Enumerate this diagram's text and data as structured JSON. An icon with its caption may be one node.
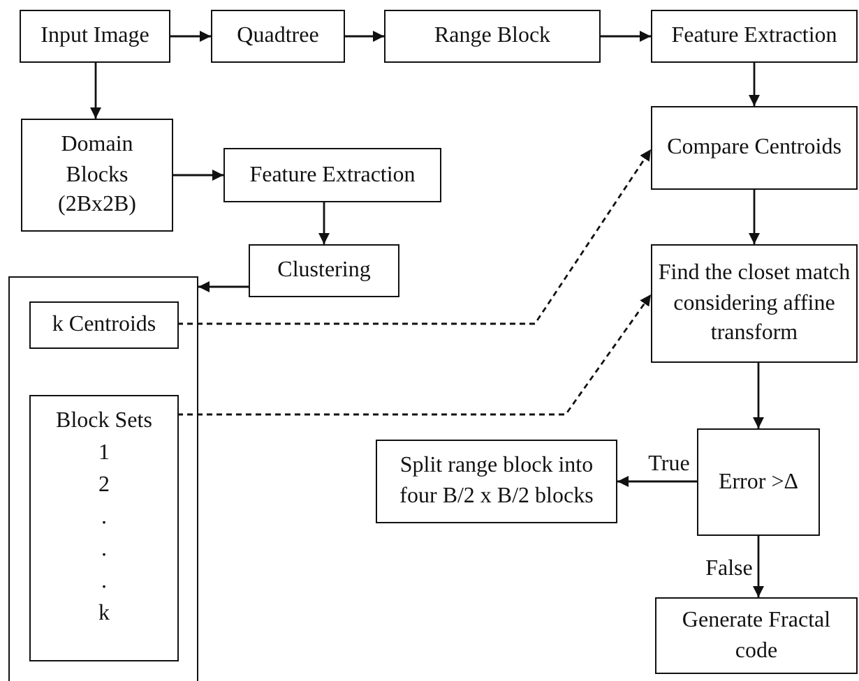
{
  "diagram": {
    "nodes": [
      {
        "text": [
          "Input Image"
        ]
      },
      {
        "text": [
          "Quadtree"
        ]
      },
      {
        "text": [
          "Range Block"
        ]
      },
      {
        "text": [
          "Feature Extraction"
        ]
      },
      {
        "text": [
          "Domain Blocks (2Bx2B)"
        ]
      },
      {
        "text": [
          "Feature Extraction"
        ]
      },
      {
        "text": [
          "Clustering"
        ]
      },
      {
        "text": [],
        "shape": "box"
      },
      {
        "text": [
          "k Centroids"
        ],
        "in": 7
      },
      {
        "text": [
          "Block Sets",
          "1",
          "2",
          ".",
          ".",
          ".",
          "k"
        ],
        "in": 7
      },
      {
        "text": [
          "Compare Centroids"
        ]
      },
      {
        "text": [
          "Find the closet match considering affine transform"
        ]
      },
      {
        "text": [
          "Error >Δ"
        ]
      },
      {
        "text": [
          "Split range block into four B/2 x B/2 blocks"
        ]
      },
      {
        "text": [
          "Generate Fractal code"
        ]
      }
    ],
    "edges": [
      {
        "from": 0,
        "to": 1,
        "arrow": "to"
      },
      {
        "from": 1,
        "to": 2,
        "arrow": "to"
      },
      {
        "from": 2,
        "to": 3,
        "arrow": "to"
      },
      {
        "from": 0,
        "to": 4,
        "arrow": "to"
      },
      {
        "from": 4,
        "to": 5,
        "arrow": "to"
      },
      {
        "from": 5,
        "to": 6,
        "arrow": "to"
      },
      {
        "from": 6,
        "to": 7,
        "arrow": "to"
      },
      {
        "from": 3,
        "to": 10,
        "arrow": "to"
      },
      {
        "from": 10,
        "to": 11,
        "arrow": "to"
      },
      {
        "from": 8,
        "to": 10,
        "arrow": "to",
        "style": "dashed"
      },
      {
        "from": 9,
        "to": 11,
        "arrow": "to",
        "style": "dashed"
      },
      {
        "from": 11,
        "to": 12,
        "arrow": "to"
      },
      {
        "from": 12,
        "to": 13,
        "arrow": "to",
        "label": "True"
      },
      {
        "from": 12,
        "to": 14,
        "arrow": "to",
        "label": "False"
      }
    ]
  }
}
